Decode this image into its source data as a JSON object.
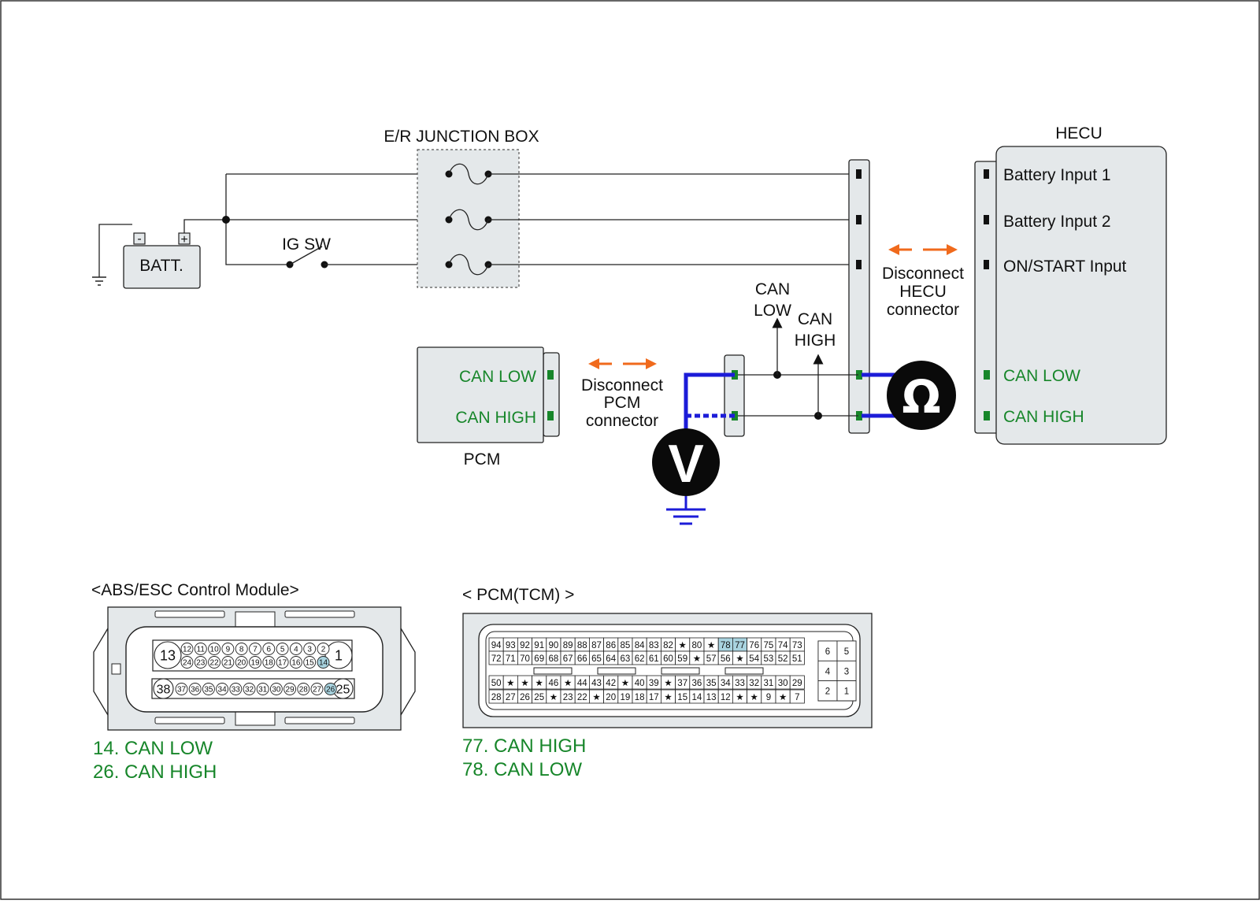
{
  "colors": {
    "accent_green": "#17862a",
    "probe_blue": "#1c1cd8",
    "arrow_orange": "#f06a1c",
    "pin_highlight": "#a9d4e0",
    "component_fill": "#e4e8ea"
  },
  "junction_box": {
    "title": "E/R JUNCTION BOX"
  },
  "battery": {
    "label": "BATT.",
    "neg": "-",
    "pos": "+"
  },
  "ig_switch": {
    "label": "IG SW"
  },
  "hecu": {
    "title": "HECU",
    "pins": [
      "Battery Input 1",
      "Battery Input 2",
      "ON/START Input",
      "CAN LOW",
      "CAN HIGH"
    ]
  },
  "pcm": {
    "title": "PCM",
    "pins": [
      "CAN LOW",
      "CAN HIGH"
    ]
  },
  "notes": {
    "disconnect_hecu": [
      "Disconnect",
      "HECU",
      "connector"
    ],
    "disconnect_pcm": [
      "Disconnect",
      "PCM",
      "connector"
    ],
    "can_low": [
      "CAN",
      "LOW"
    ],
    "can_high": [
      "CAN",
      "HIGH"
    ]
  },
  "meters": {
    "voltmeter_symbol": "V",
    "ohmmeter_symbol": "Ω"
  },
  "abs_connector": {
    "title": "<ABS/ESC Control Module>",
    "big_pins": [
      "13",
      "1",
      "38",
      "25"
    ],
    "row1": [
      "12",
      "11",
      "10",
      "9",
      "8",
      "7",
      "6",
      "5",
      "4",
      "3",
      "2"
    ],
    "row2": [
      "24",
      "23",
      "22",
      "21",
      "20",
      "19",
      "18",
      "17",
      "16",
      "15",
      "14"
    ],
    "row3": [
      "37",
      "36",
      "35",
      "34",
      "33",
      "32",
      "31",
      "30",
      "29",
      "28",
      "27",
      "26"
    ],
    "highlight": [
      "14",
      "26"
    ],
    "legend": [
      "14. CAN LOW",
      "26. CAN HIGH"
    ]
  },
  "pcm_connector": {
    "title": "< PCM(TCM) >",
    "row1": [
      "94",
      "93",
      "92",
      "91",
      "90",
      "89",
      "88",
      "87",
      "86",
      "85",
      "84",
      "83",
      "82",
      "★",
      "80",
      "★",
      "78",
      "77",
      "76",
      "75",
      "74",
      "73"
    ],
    "row2": [
      "72",
      "71",
      "70",
      "69",
      "68",
      "67",
      "66",
      "65",
      "64",
      "63",
      "62",
      "61",
      "60",
      "59",
      "★",
      "57",
      "56",
      "★",
      "54",
      "53",
      "52",
      "51"
    ],
    "row3": [
      "50",
      "★",
      "★",
      "★",
      "46",
      "★",
      "44",
      "43",
      "42",
      "★",
      "40",
      "39",
      "★",
      "37",
      "36",
      "35",
      "34",
      "33",
      "32",
      "31",
      "30",
      "29"
    ],
    "row4": [
      "28",
      "27",
      "26",
      "25",
      "★",
      "23",
      "22",
      "★",
      "20",
      "19",
      "18",
      "17",
      "★",
      "15",
      "14",
      "13",
      "12",
      "★",
      "★",
      "9",
      "★",
      "7"
    ],
    "side": [
      "6",
      "5",
      "4",
      "3",
      "2",
      "1"
    ],
    "highlight": [
      "78",
      "77"
    ],
    "legend": [
      "77. CAN HIGH",
      "78. CAN LOW"
    ]
  }
}
